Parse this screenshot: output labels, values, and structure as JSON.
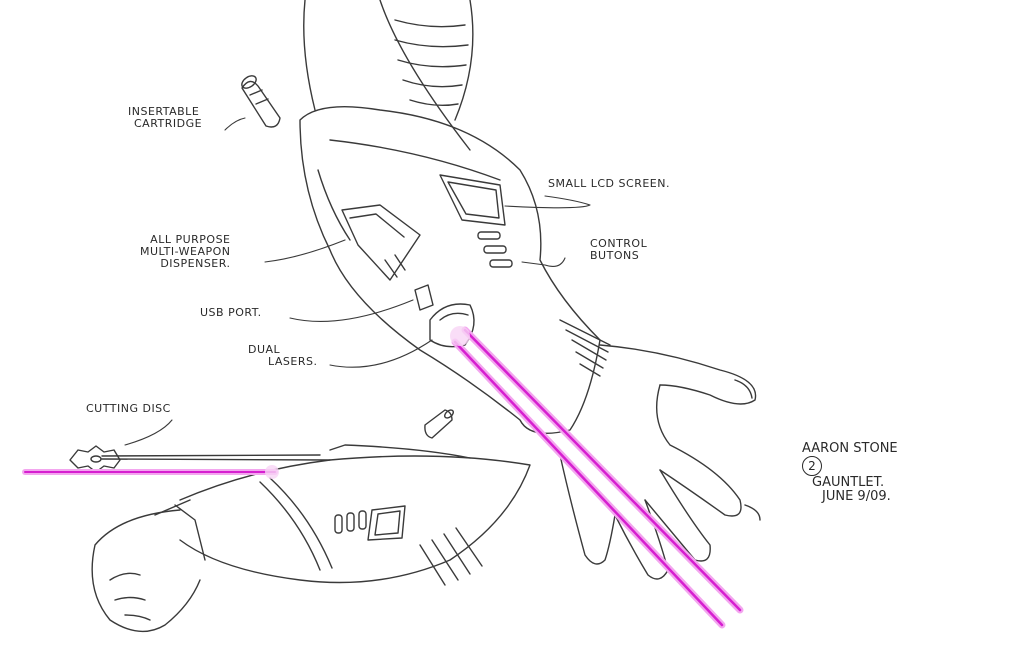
{
  "labels": {
    "insertable_cartridge": [
      "INSERTABLE",
      "CARTRIDGE"
    ],
    "small_lcd_screen": "SMALL LCD SCREEN.",
    "control_buttons": [
      "CONTROL",
      "BUTONS"
    ],
    "all_purpose": [
      "ALL PURPOSE",
      "MULTI-WEAPON",
      "DISPENSER."
    ],
    "usb_port": "USB PORT.",
    "dual_lasers": [
      "DUAL",
      "LASERS."
    ],
    "cutting_disc": "CUTTING DISC"
  },
  "signature": {
    "line1": "AARON STONE",
    "number": "2",
    "line2": "GAUNTLET.",
    "line3": "JUNE 9/09."
  },
  "colors": {
    "ink": "#3a3a3a",
    "laser": "#d61fd0",
    "laser_glow": "#f3a6ef",
    "paper": "#ffffff"
  }
}
